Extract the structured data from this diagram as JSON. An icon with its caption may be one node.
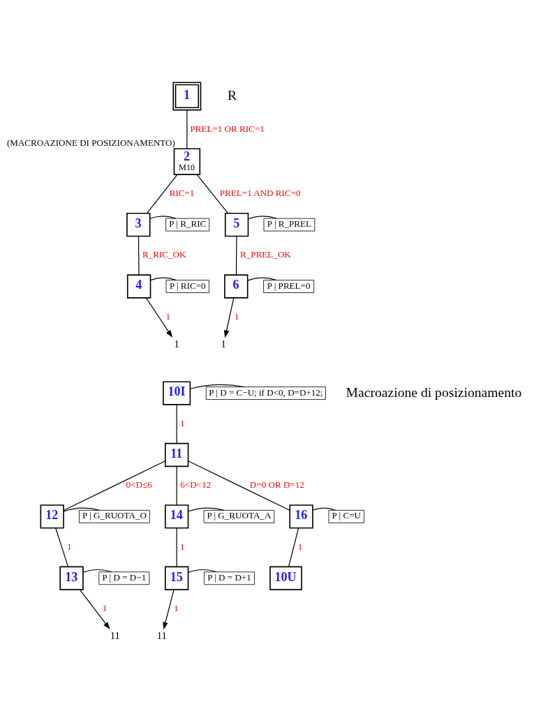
{
  "diagram": {
    "nodes": [
      {
        "text": [
          "1"
        ]
      },
      {
        "text": [
          "2",
          "M10"
        ],
        "beside": [
          "(MACROAZIONE DI POSIZIONAMENTO)"
        ]
      },
      {
        "text": [
          "3"
        ]
      },
      {
        "text": [
          "P | R_RIC"
        ]
      },
      {
        "text": [
          "5"
        ]
      },
      {
        "text": [
          "P | R_PREL"
        ]
      },
      {
        "text": [
          "4"
        ]
      },
      {
        "text": [
          "P | RIC=0"
        ]
      },
      {
        "text": [
          "6"
        ]
      },
      {
        "text": [
          "P | PREL=0"
        ]
      },
      {
        "text": [
          "1"
        ]
      },
      {
        "text": [
          "1"
        ]
      },
      {
        "text": [
          "10I"
        ]
      },
      {
        "text": [
          "P | D = C−U; if D<0, D=D+12;"
        ]
      },
      {
        "text": [
          "11"
        ]
      },
      {
        "text": [
          "12"
        ]
      },
      {
        "text": [
          "P | G_RUOTA_O"
        ]
      },
      {
        "text": [
          "14"
        ]
      },
      {
        "text": [
          "P | G_RUOTA_A"
        ]
      },
      {
        "text": [
          "16"
        ]
      },
      {
        "text": [
          "P | C=U"
        ]
      },
      {
        "text": [
          "13"
        ]
      },
      {
        "text": [
          "P | D = D−1"
        ]
      },
      {
        "text": [
          "15"
        ]
      },
      {
        "text": [
          "P | D = D+1"
        ]
      },
      {
        "text": [
          "10U"
        ]
      },
      {
        "text": [
          "11"
        ]
      },
      {
        "text": [
          "11"
        ]
      }
    ],
    "edges": [
      {
        "from": 0,
        "to": 1,
        "arrow": "none",
        "label": "PREL=1 OR RIC=1"
      },
      {
        "from": 1,
        "to": 2,
        "arrow": "none",
        "label": "RIC=1"
      },
      {
        "from": 1,
        "to": 4,
        "arrow": "none",
        "label": "PREL=1 AND RIC=0"
      },
      {
        "from": 2,
        "to": 3,
        "arrow": "none"
      },
      {
        "from": 4,
        "to": 5,
        "arrow": "none"
      },
      {
        "from": 2,
        "to": 6,
        "arrow": "none",
        "label": "R_RIC_OK"
      },
      {
        "from": 4,
        "to": 8,
        "arrow": "none",
        "label": "R_PREL_OK"
      },
      {
        "from": 6,
        "to": 7,
        "arrow": "none"
      },
      {
        "from": 8,
        "to": 9,
        "arrow": "none"
      },
      {
        "from": 6,
        "to": 10,
        "arrow": "to",
        "label": "1"
      },
      {
        "from": 8,
        "to": 11,
        "arrow": "to",
        "label": "1"
      },
      {
        "from": 12,
        "to": 13,
        "arrow": "none"
      },
      {
        "from": 12,
        "to": 14,
        "arrow": "none",
        "label": "1"
      },
      {
        "from": 14,
        "to": 15,
        "arrow": "none",
        "label": "0<D≤6"
      },
      {
        "from": 14,
        "to": 17,
        "arrow": "none",
        "label": "6<D<12"
      },
      {
        "from": 14,
        "to": 19,
        "arrow": "none",
        "label": "D=0 OR D=12"
      },
      {
        "from": 15,
        "to": 16,
        "arrow": "none"
      },
      {
        "from": 17,
        "to": 18,
        "arrow": "none"
      },
      {
        "from": 19,
        "to": 20,
        "arrow": "none"
      },
      {
        "from": 15,
        "to": 21,
        "arrow": "none",
        "label": "1"
      },
      {
        "from": 17,
        "to": 23,
        "arrow": "none",
        "label": "1"
      },
      {
        "from": 19,
        "to": 25,
        "arrow": "none",
        "label": "1"
      },
      {
        "from": 21,
        "to": 22,
        "arrow": "none"
      },
      {
        "from": 23,
        "to": 24,
        "arrow": "none"
      },
      {
        "from": 21,
        "to": 26,
        "arrow": "to",
        "label": "1"
      },
      {
        "from": 23,
        "to": 27,
        "arrow": "to",
        "label": "1"
      }
    ],
    "labels": [
      "R",
      "Macroazione di posizionamento"
    ]
  }
}
